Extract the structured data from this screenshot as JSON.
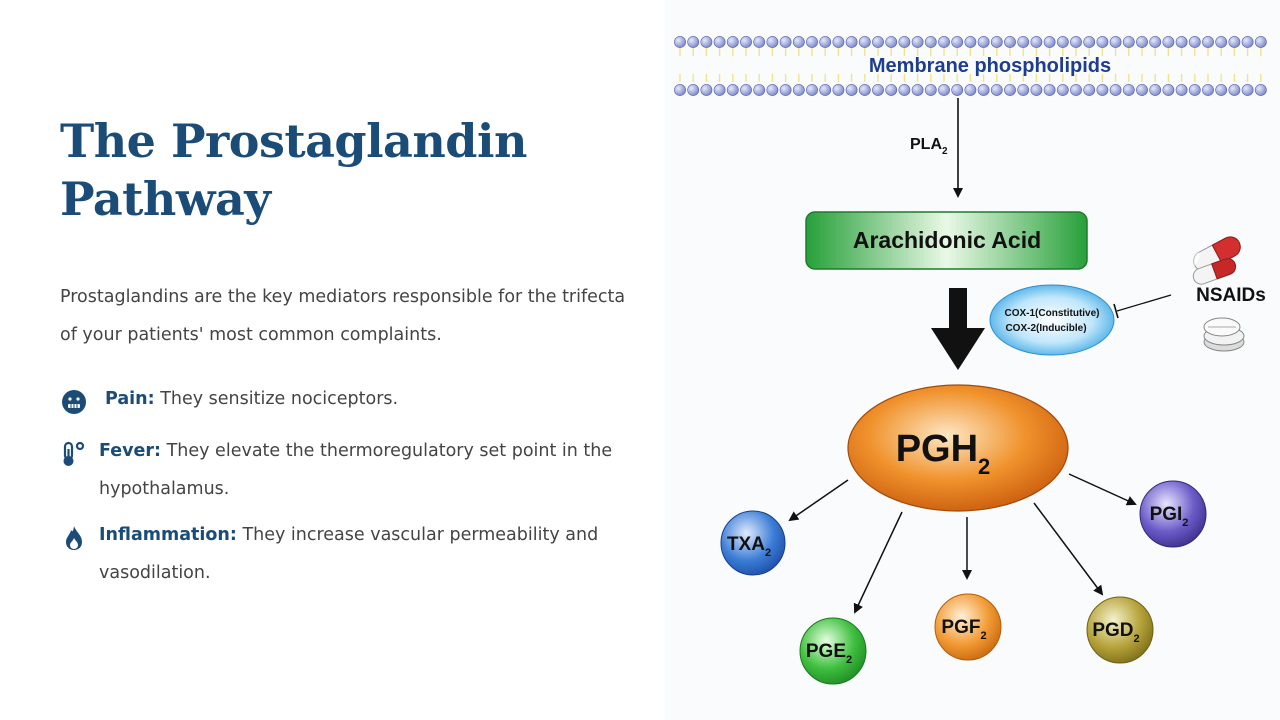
{
  "slide": {
    "title_line1": "The Prostaglandin",
    "title_line2": "Pathway",
    "intro": "Prostaglandins are the key mediators responsible for the trifecta of your patients' most common complaints.",
    "bullets": [
      {
        "term": "Pain:",
        "text": " They sensitize nociceptors.",
        "icon": "pain-face-icon"
      },
      {
        "term": "Fever:",
        "text": " They elevate the thermoregulatory set point in the hypothalamus.",
        "icon": "thermometer-icon"
      },
      {
        "term": "Inflammation:",
        "text": " They increase vascular permeability and vasodilation.",
        "icon": "flame-icon"
      }
    ],
    "accent_color": "#1b4c78"
  },
  "diagram": {
    "membrane_label": "Membrane phospholipids",
    "enzyme_pla": {
      "main": "PLA",
      "sub": "2"
    },
    "arachidonic_acid": "Arachidonic Acid",
    "cox_line1": "COX-1(Constitutive)",
    "cox_line2": "COX-2(Inducible)",
    "nsaids": "NSAIDs",
    "pgh": {
      "main": "PGH",
      "sub": "2"
    },
    "txa": {
      "main": "TXA",
      "sub": "2"
    },
    "pge": {
      "main": "PGE",
      "sub": "2"
    },
    "pgf": {
      "main": "PGF",
      "sub": "2"
    },
    "pgd": {
      "main": "PGD",
      "sub": "2"
    },
    "pgi": {
      "main": "PGI",
      "sub": "2"
    }
  }
}
